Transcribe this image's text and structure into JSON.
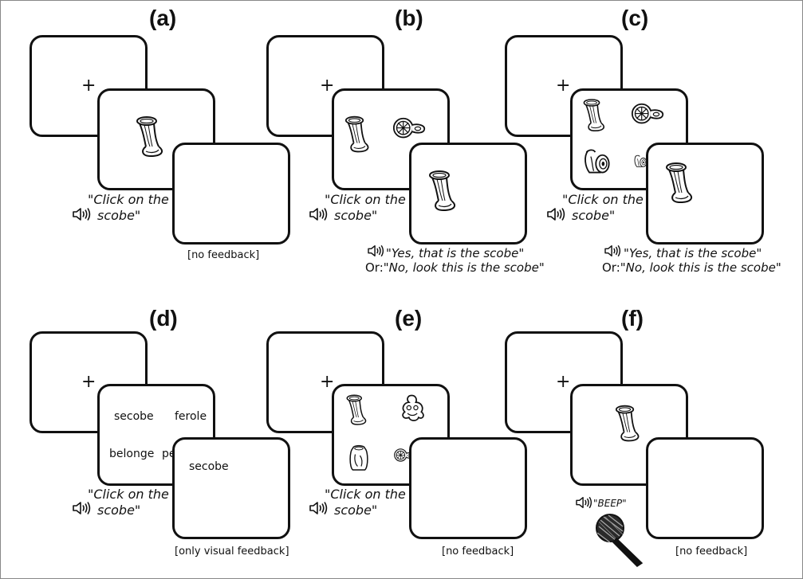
{
  "panels": [
    {
      "label": "(a)",
      "instruction_line1": "\"Click on the",
      "instruction_line2": "scobe\"",
      "feedback": "[no feedback]"
    },
    {
      "label": "(b)",
      "instruction_line1": "\"Click on the",
      "instruction_line2": "scobe\"",
      "feedback_yes": "\"Yes, that is the scobe\"",
      "feedback_or": "Or:",
      "feedback_no": "\"No, look this is the scobe\""
    },
    {
      "label": "(c)",
      "instruction_line1": "\"Click on the",
      "instruction_line2": "scobe\"",
      "feedback_yes": "\"Yes, that is the scobe\"",
      "feedback_or": "Or:",
      "feedback_no": "\"No, look this is the scobe\""
    },
    {
      "label": "(d)",
      "instruction_line1": "\"Click on the",
      "instruction_line2": "scobe\"",
      "words": [
        "secobe",
        "ferole",
        "belonge",
        "pe"
      ],
      "feedback_word": "secobe",
      "feedback": "[only visual feedback]"
    },
    {
      "label": "(e)",
      "instruction_line1": "\"Click on the",
      "instruction_line2": "scobe\"",
      "feedback": "[no feedback]"
    },
    {
      "label": "(f)",
      "beep": "\"BEEP\"",
      "feedback": "[no feedback]"
    }
  ],
  "fixation": "+",
  "icons": [
    "speaker-icon",
    "spool-icon",
    "ring-object-icon",
    "lamp-object-icon",
    "blob-object-icon",
    "jar-object-icon",
    "microphone-icon"
  ]
}
